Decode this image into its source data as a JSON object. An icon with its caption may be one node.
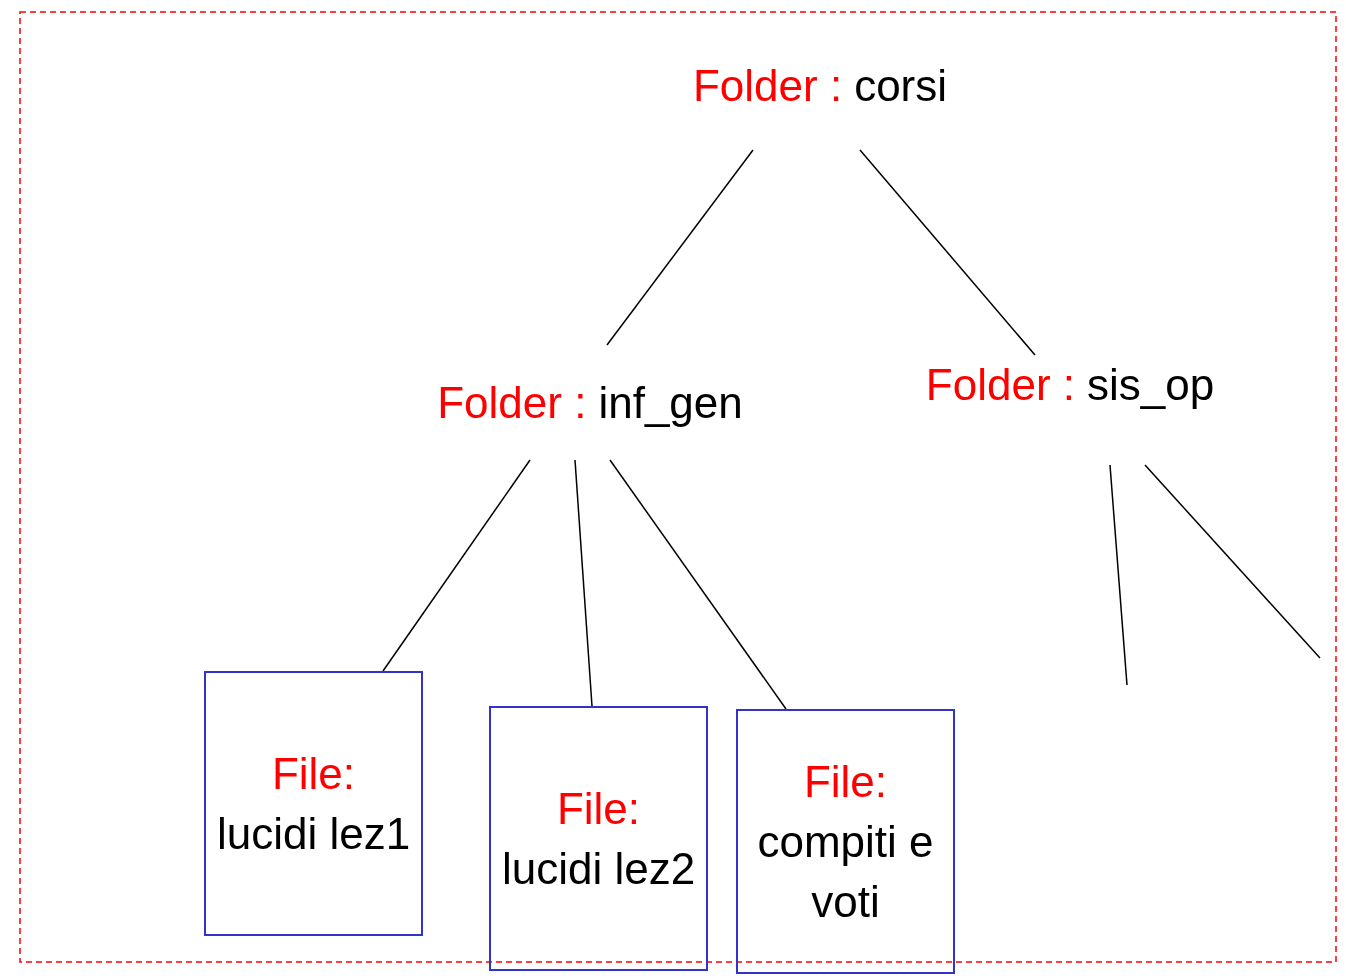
{
  "diagram": {
    "nodes": [
      {
        "text": [
          "Folder :",
          "corsi"
        ]
      },
      {
        "text": [
          "Folder :",
          "inf_gen"
        ]
      },
      {
        "text": [
          "Folder :",
          "sis_op"
        ]
      },
      {
        "text": [
          "File:",
          "lucidi lez1"
        ]
      },
      {
        "text": [
          "File:",
          "lucidi lez2"
        ]
      },
      {
        "text": [
          "File:",
          "compiti e voti"
        ]
      }
    ],
    "edges": [
      {
        "from": 0,
        "to": 1,
        "arrow": "none"
      },
      {
        "from": 0,
        "to": 2,
        "arrow": "none"
      },
      {
        "from": 1,
        "to": 3,
        "arrow": "none"
      },
      {
        "from": 1,
        "to": 4,
        "arrow": "none"
      },
      {
        "from": 1,
        "to": 5,
        "arrow": "none"
      },
      {
        "from": 2,
        "to": null,
        "arrow": "none"
      },
      {
        "from": 2,
        "to": null,
        "arrow": "none"
      }
    ]
  }
}
